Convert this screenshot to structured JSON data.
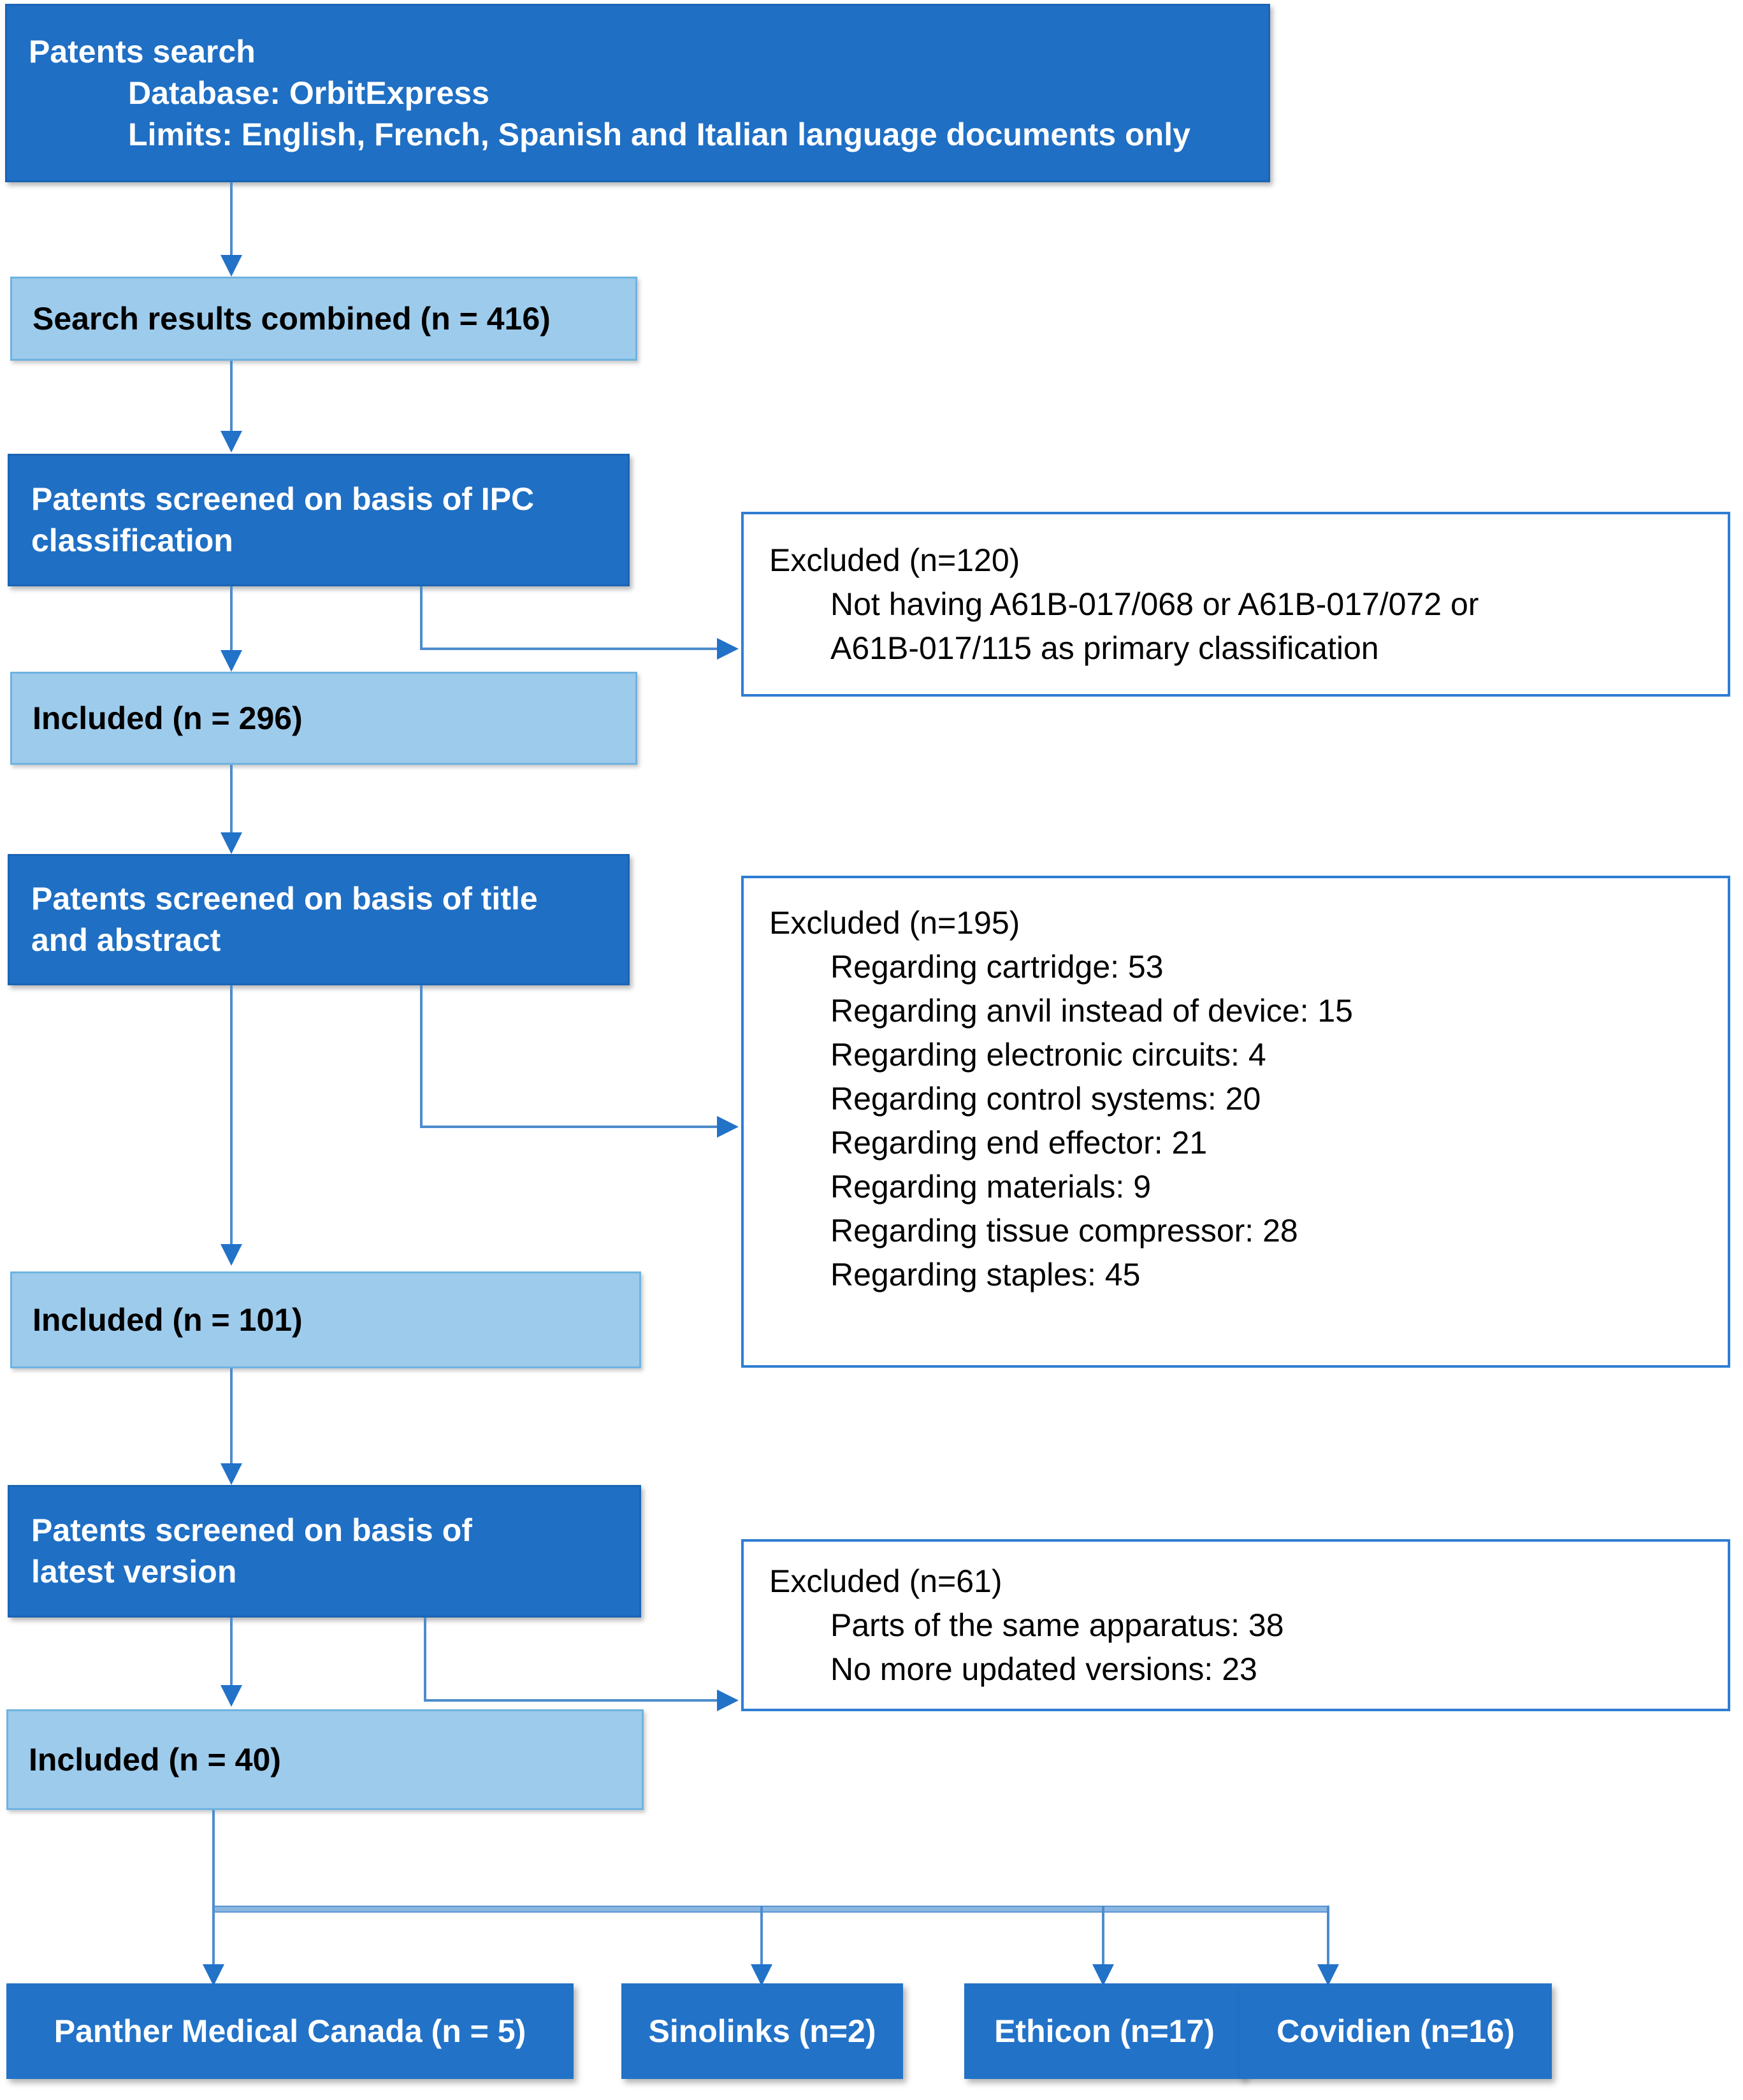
{
  "diagram": {
    "title": "Patent search and screening flow diagram",
    "colors": {
      "dark_blue": "#1f6fc4",
      "light_blue": "#9dcbec",
      "leaf_blue": "#2272c8",
      "connector_blue": "#4e8ccd",
      "white_box_border": "#2e7ed4"
    }
  },
  "search_box": {
    "line1": "Patents search",
    "line2": "Database: OrbitExpress",
    "line3": "Limits: English, French, Spanish and Italian language documents only"
  },
  "combined_box": {
    "label": "Search results combined (n = 416)"
  },
  "screen_ipc": {
    "line1": "Patents screened on basis of IPC",
    "line2": "classification"
  },
  "excluded_ipc": {
    "heading": "Excluded (n=120)",
    "line1": "Not having A61B-017/068 or A61B-017/072 or",
    "line2": "A61B-017/115 as primary classification"
  },
  "included_296": {
    "label": "Included (n = 296)"
  },
  "screen_title_abstract": {
    "line1": "Patents screened on basis of title",
    "line2": "and abstract"
  },
  "excluded_title_abstract": {
    "heading": "Excluded (n=195)",
    "reasons": [
      "Regarding cartridge: 53",
      "Regarding anvil instead of device: 15",
      "Regarding electronic circuits: 4",
      "Regarding control systems: 20",
      "Regarding end effector: 21",
      "Regarding materials: 9",
      "Regarding tissue compressor: 28",
      "Regarding staples: 45"
    ]
  },
  "included_101": {
    "label": "Included (n = 101)"
  },
  "screen_latest_version": {
    "line1": "Patents screened on basis of",
    "line2": "latest version"
  },
  "excluded_latest_version": {
    "heading": "Excluded (n=61)",
    "reasons": [
      "Parts of the same apparatus: 38",
      "No more updated versions: 23"
    ]
  },
  "included_40": {
    "label": "Included (n = 40)"
  },
  "companies": [
    {
      "label": "Panther Medical Canada (n = 5)"
    },
    {
      "label": "Sinolinks (n=2)"
    },
    {
      "label": "Ethicon (n=17)"
    },
    {
      "label": "Covidien (n=16)"
    }
  ]
}
